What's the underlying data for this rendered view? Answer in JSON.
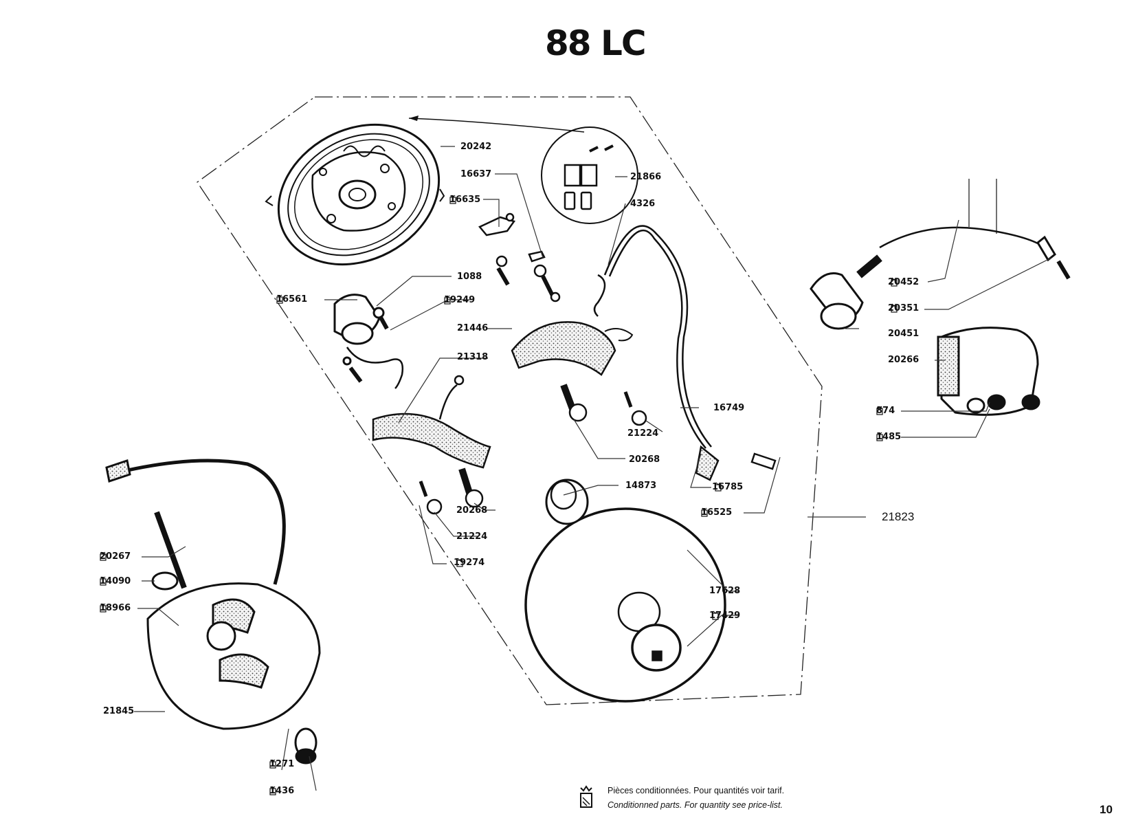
{
  "page": {
    "title": "88 LC",
    "page_number": "10"
  },
  "footer": {
    "icon": "conditioned-parts-pack-icon",
    "line_fr": "Pièces conditionnées. Pour quantités voir tarif.",
    "line_en": "Conditionned parts. For quantity see price-list."
  },
  "parts": [
    {
      "ref": "20242",
      "packaged": false
    },
    {
      "ref": "16637",
      "packaged": false
    },
    {
      "ref": "16635",
      "packaged": true
    },
    {
      "ref": "21866",
      "packaged": false
    },
    {
      "ref": "4326",
      "packaged": false
    },
    {
      "ref": "1088",
      "packaged": false
    },
    {
      "ref": "16561",
      "packaged": true
    },
    {
      "ref": "19249",
      "packaged": true
    },
    {
      "ref": "21446",
      "packaged": false
    },
    {
      "ref": "21318",
      "packaged": false
    },
    {
      "ref": "16749",
      "packaged": false
    },
    {
      "ref": "21224",
      "packaged": false
    },
    {
      "ref": "20268",
      "packaged": false
    },
    {
      "ref": "14873",
      "packaged": false
    },
    {
      "ref": "16785",
      "packaged": true
    },
    {
      "ref": "16525",
      "packaged": true
    },
    {
      "ref": "20268",
      "packaged": false
    },
    {
      "ref": "21224",
      "packaged": false
    },
    {
      "ref": "19274",
      "packaged": true
    },
    {
      "ref": "21823",
      "packaged": false
    },
    {
      "ref": "17628",
      "packaged": false
    },
    {
      "ref": "17429",
      "packaged": true
    },
    {
      "ref": "20267",
      "packaged": true
    },
    {
      "ref": "14090",
      "packaged": true
    },
    {
      "ref": "18966",
      "packaged": true
    },
    {
      "ref": "21845",
      "packaged": false
    },
    {
      "ref": "1271",
      "packaged": true
    },
    {
      "ref": "1436",
      "packaged": true
    },
    {
      "ref": "20452",
      "packaged": true
    },
    {
      "ref": "20351",
      "packaged": true
    },
    {
      "ref": "20451",
      "packaged": false
    },
    {
      "ref": "20266",
      "packaged": false
    },
    {
      "ref": "874",
      "packaged": true
    },
    {
      "ref": "1485",
      "packaged": true
    }
  ],
  "illustrations": [
    "stator-backplate",
    "connector-detail-inset",
    "contact-breaker",
    "condenser",
    "lighting-coil",
    "ignition-coil-stator",
    "hv-lead-with-cap",
    "flywheel-rotor",
    "stator-assembly-with-cable",
    "spark-plug-cap",
    "ignition-hv-coil"
  ]
}
